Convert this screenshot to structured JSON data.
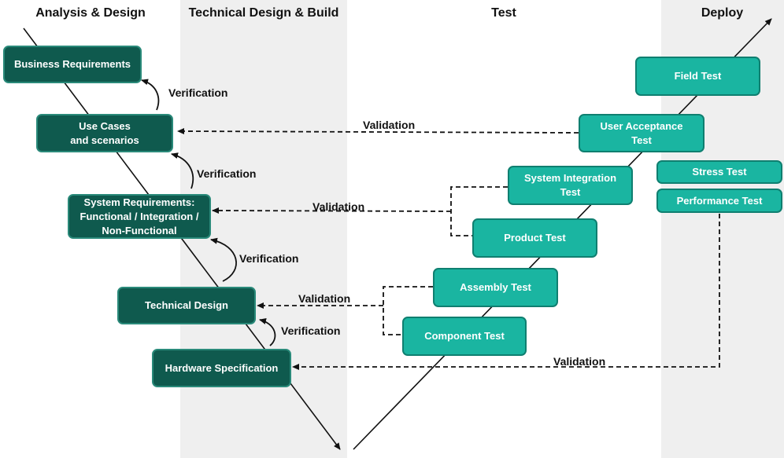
{
  "phases": {
    "analysis": "Analysis & Design",
    "build": "Technical Design & Build",
    "test": "Test",
    "deploy": "Deploy"
  },
  "left_boxes": {
    "business_requirements": "Business Requirements",
    "use_cases": "Use Cases and scenarios",
    "system_requirements": "System  Requirements: Functional / Integration / Non-Functional",
    "technical_design": "Technical Design",
    "hardware_specification": "Hardware Specification"
  },
  "right_boxes": {
    "field_test": "Field Test",
    "user_acceptance_test": "User Acceptance Test",
    "system_integration_test": "System Integration Test",
    "product_test": "Product Test",
    "assembly_test": "Assembly Test",
    "component_test": "Component Test",
    "stress_test": "Stress Test",
    "performance_test": "Performance Test"
  },
  "labels": {
    "verification": "Verification",
    "validation": "Validation"
  }
}
